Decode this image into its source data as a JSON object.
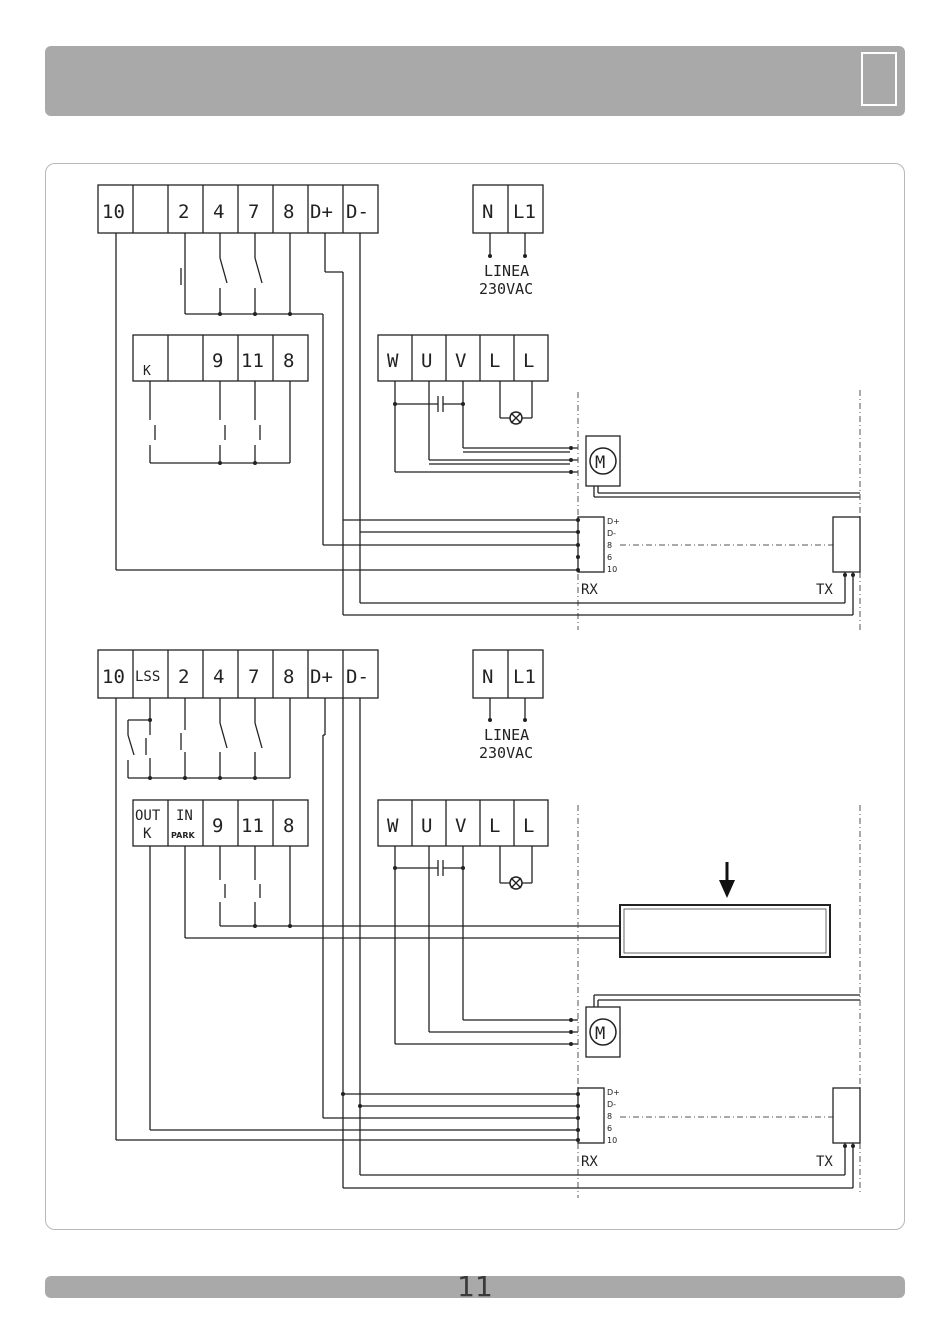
{
  "page": {
    "number": "11"
  },
  "top_diagram": {
    "terminal_strip": [
      "10",
      "",
      "2",
      "4",
      "7",
      "8",
      "D+",
      "D-"
    ],
    "power_terminals": [
      "N",
      "L1"
    ],
    "power_label_line1": "LINEA",
    "power_label_line2": "230VAC",
    "aux_strip": [
      "K",
      "",
      "9",
      "11",
      "8"
    ],
    "motor_strip": [
      "W",
      "U",
      "V",
      "L",
      "L"
    ],
    "motor_label": "M",
    "photocell_rx_terminals": [
      "D+",
      "D-",
      "8",
      "6",
      "10"
    ],
    "rx_label": "RX",
    "tx_label": "TX"
  },
  "bottom_diagram": {
    "terminal_strip": [
      "10",
      "LSS",
      "2",
      "4",
      "7",
      "8",
      "D+",
      "D-"
    ],
    "power_terminals": [
      "N",
      "L1"
    ],
    "power_label_line1": "LINEA",
    "power_label_line2": "230VAC",
    "aux_strip_top": [
      "OUT",
      "IN",
      "9",
      "11",
      "8"
    ],
    "aux_strip_bottom": [
      "K",
      "PARK",
      "",
      "",
      ""
    ],
    "motor_strip": [
      "W",
      "U",
      "V",
      "L",
      "L"
    ],
    "motor_label": "M",
    "photocell_rx_terminals": [
      "D+",
      "D-",
      "8",
      "6",
      "10"
    ],
    "rx_label": "RX",
    "tx_label": "TX"
  }
}
